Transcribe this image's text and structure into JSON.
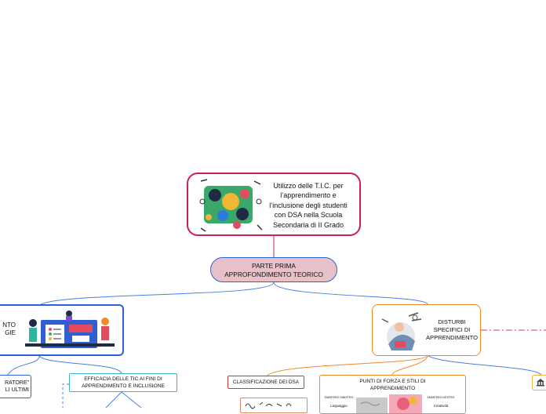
{
  "root": {
    "text": "Utilizzo delle T.I.C. per l'apprendimento e l'inclusione degli studenti con DSA nella Scuola Secondaria di II Grado",
    "lines": [
      "Utilizzo delle T.I.C. per",
      "l’apprendimento e",
      "l’inclusione degli studenti",
      "con DSA nella Scuola",
      "Secondaria di II Grado"
    ],
    "border_color": "#cc1f5a"
  },
  "part_one": {
    "lines": [
      "PARTE PRIMA",
      "APPROFONDIMENTO TEORICO"
    ],
    "fill_color": "#e8c0c8",
    "border_color": "#2a63d9"
  },
  "left_branch": {
    "lines": [
      "NTO",
      "GIE"
    ],
    "border_color": "#2a63d9"
  },
  "left_sub": {
    "lines": [
      "RATORE\"",
      "LI ULTIMI"
    ]
  },
  "efficacia": {
    "lines": [
      "EFFICACIA DELLE TIC AI FINI DI",
      "APPRENDIMENTO E INCLUSIONE"
    ]
  },
  "dsa": {
    "lines": [
      "DISTURBI",
      "SPECIFICI DI",
      "APPRENDIMENTO"
    ],
    "border_color": "#f08a2a"
  },
  "classificazione": {
    "label": "CLASSIFICAZIONE DEI DSA"
  },
  "punti": {
    "lines": [
      "PUNTI DI FORZA E STILI DI",
      "APPRENDIMENTO"
    ],
    "left_label": "EMISFERO SINISTRO",
    "right_label": "EMISFERO DESTRO",
    "left_word": "Linguaggio",
    "right_word": "Creatività"
  },
  "colors": {
    "blue": "#2a63d9",
    "orange": "#f08a2a",
    "pink": "#cc1f5a",
    "link_dash": "#d9415a"
  }
}
